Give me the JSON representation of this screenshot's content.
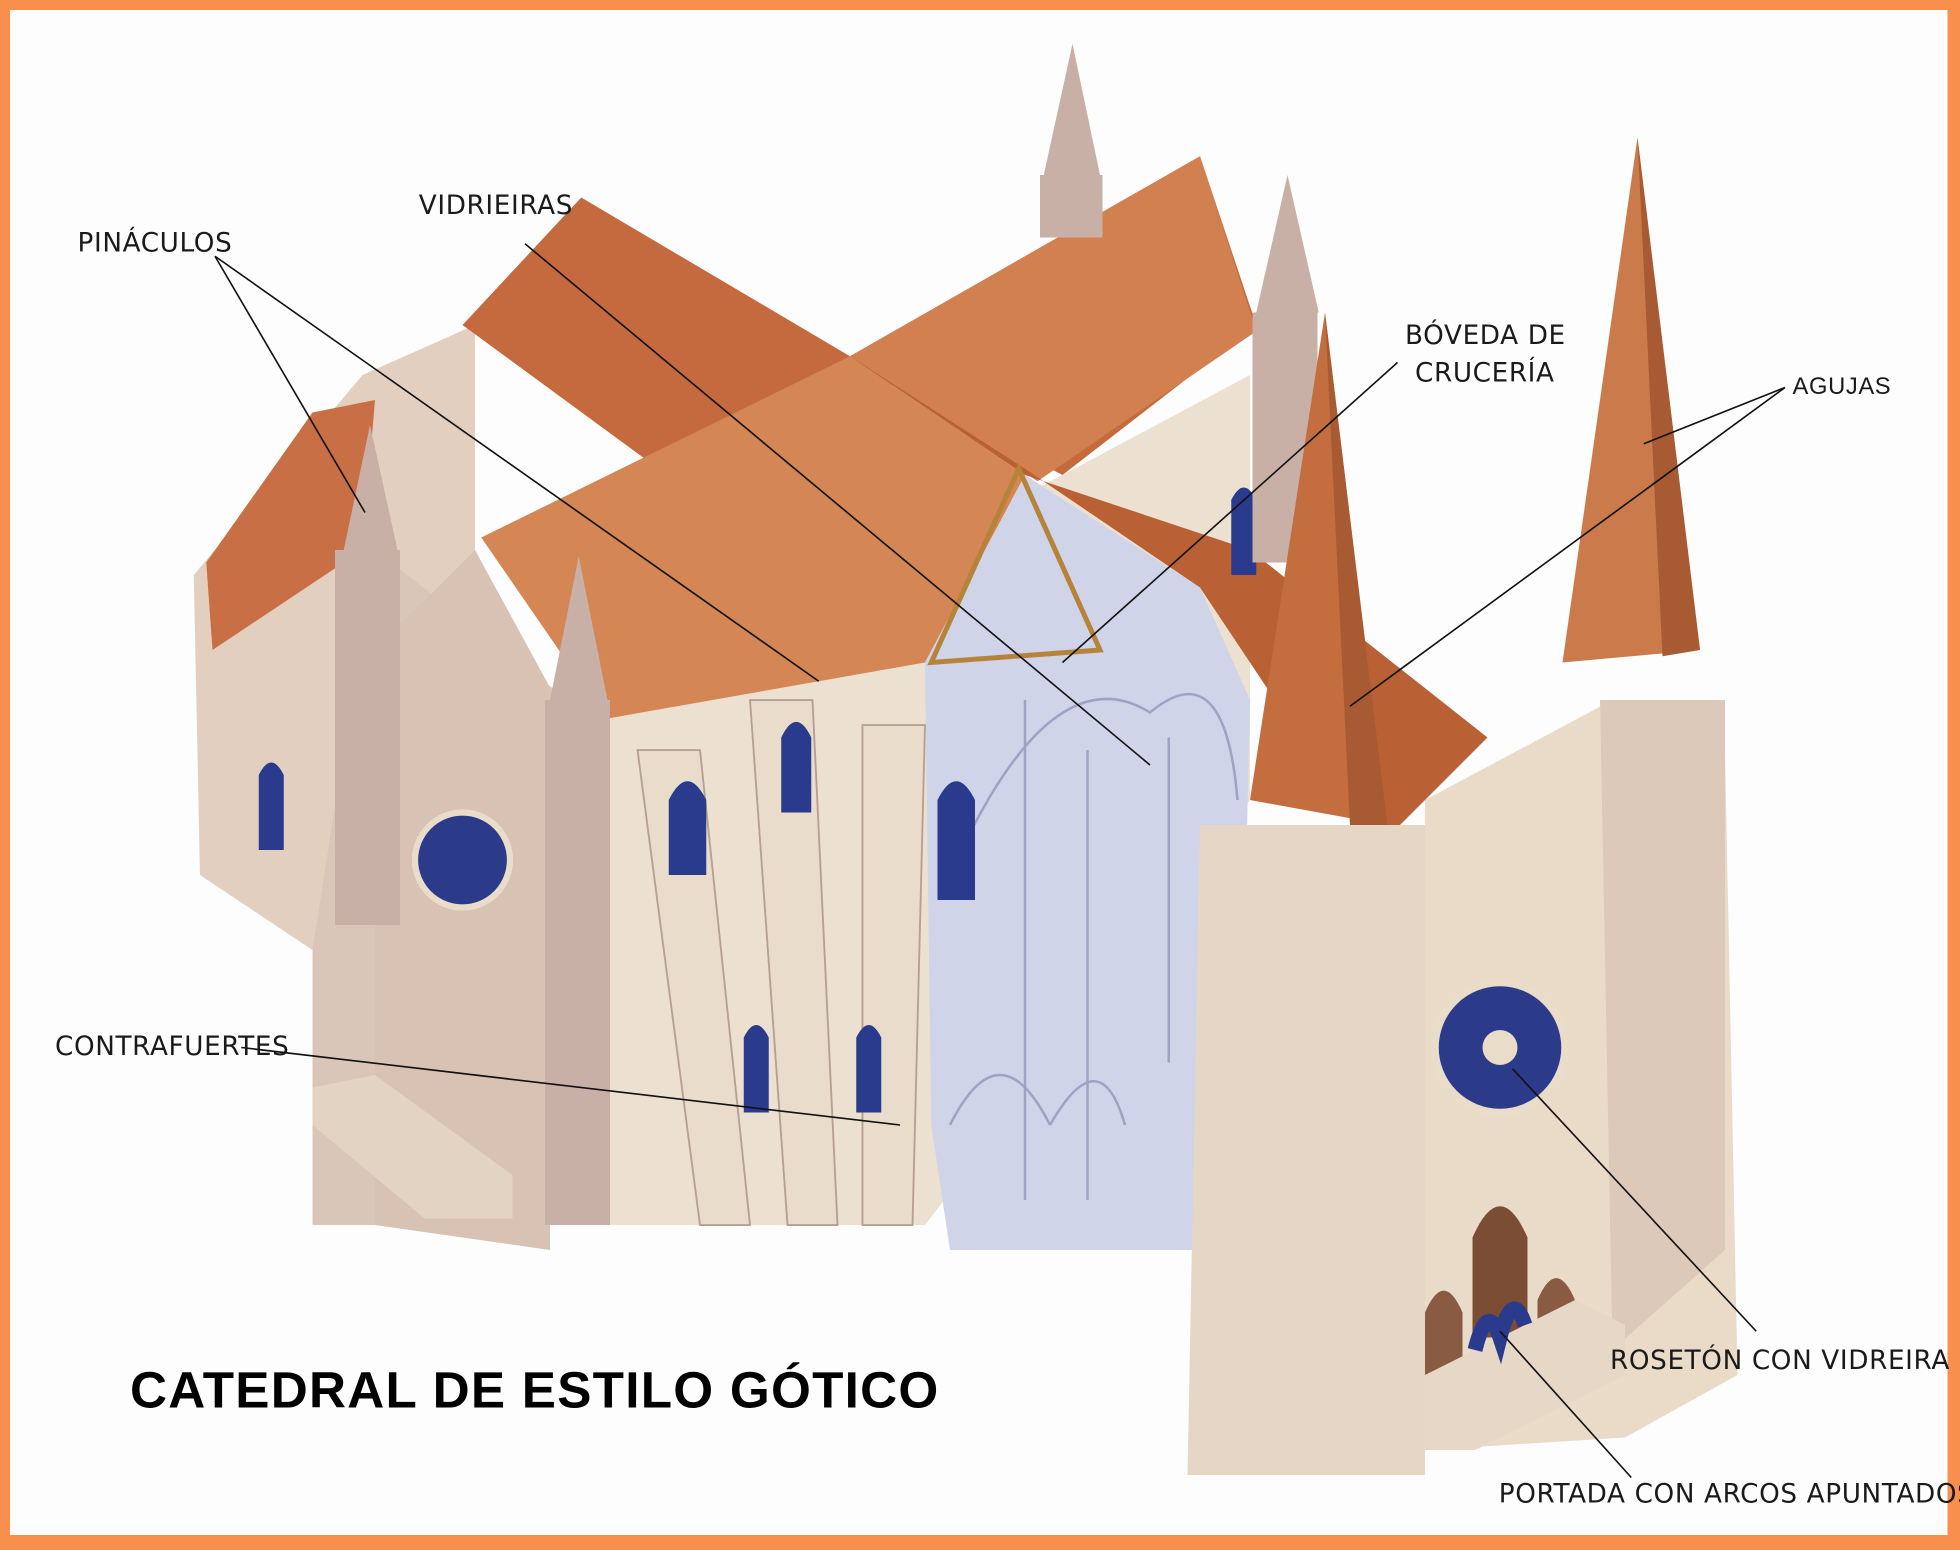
{
  "title": "CATEDRAL DE ESTILO GÓTICO",
  "labels": {
    "pinaculos": "PINÁCULOS",
    "vidrieiras": "VIDRIEIRAS",
    "boveda_1": "BÓVEDA DE",
    "boveda_2": "CRUCERÍA",
    "agujas": "AGUJAS",
    "contrafuertes": "CONTRAFUERTES",
    "roseton": "ROSETÓN CON VIDREIRA",
    "portada": "PORTADA CON ARCOS APUNTADOS"
  },
  "colors": {
    "frame": "#f98f4c",
    "background": "#fdfdfd",
    "roof": "#c8744a",
    "roof_dark": "#a9582f",
    "stone": "#eadccb",
    "stone_shadow": "#c9b3a6",
    "glass": "#2a3a8c",
    "vault": "#c9cde3"
  }
}
